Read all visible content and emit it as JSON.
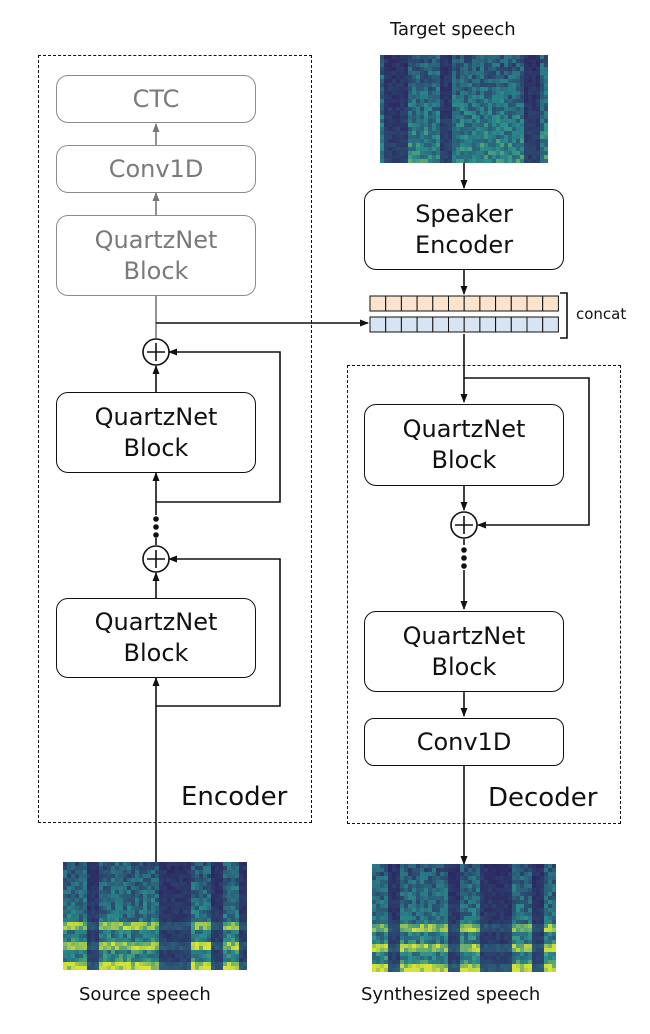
{
  "labels": {
    "target_speech": "Target speech",
    "source_speech": "Source speech",
    "synthesized_speech": "Synthesized speech",
    "concat": "concat"
  },
  "encoder": {
    "title": "Encoder",
    "ctc": "CTC",
    "conv1d": "Conv1D",
    "faded_block_line1": "QuartzNet",
    "faded_block_line2": "Block",
    "block_upper_line1": "QuartzNet",
    "block_upper_line2": "Block",
    "block_lower_line1": "QuartzNet",
    "block_lower_line2": "Block"
  },
  "speaker_encoder": {
    "line1": "Speaker",
    "line2": "Encoder"
  },
  "decoder": {
    "title": "Decoder",
    "block_upper_line1": "QuartzNet",
    "block_upper_line2": "Block",
    "block_lower_line1": "QuartzNet",
    "block_lower_line2": "Block",
    "conv1d": "Conv1D"
  },
  "colors": {
    "spectrogram_dark": "#2c1b5c",
    "spectrogram_mid": "#2a8c8c",
    "spectrogram_bright": "#d6e234",
    "embedding_top_fill": "#fbe3cd",
    "embedding_bottom_fill": "#d6e4f3",
    "faded_text": "#7a7a7a"
  },
  "icons": {
    "sum_node": "circled-plus",
    "ellipsis": "vertical-dots"
  }
}
